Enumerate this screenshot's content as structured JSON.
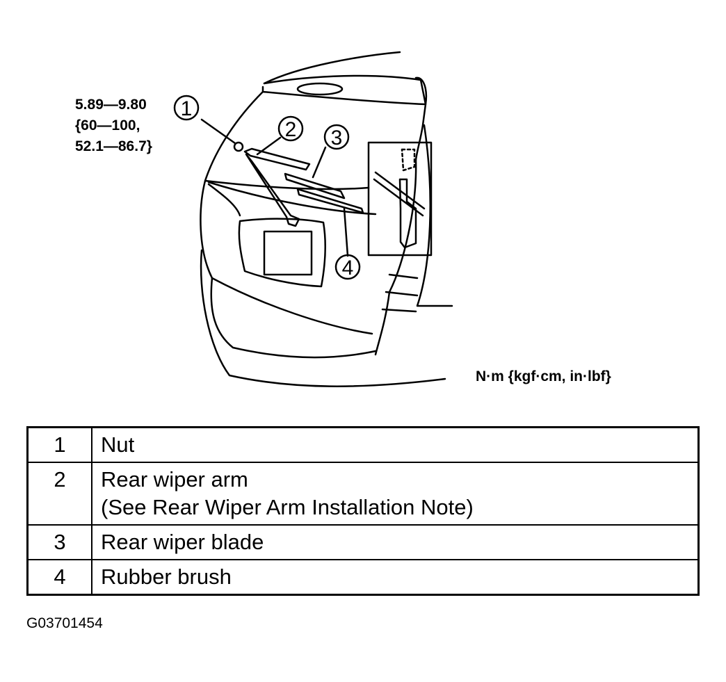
{
  "torque_spec": {
    "line1": "5.89—9.80",
    "line2": "{60—100,",
    "line3": "52.1—86.7}"
  },
  "units_label": "N·m {kgf·cm, in·lbf}",
  "callouts": [
    "1",
    "2",
    "3",
    "4"
  ],
  "parts": [
    {
      "num": "1",
      "desc": "Nut",
      "note": ""
    },
    {
      "num": "2",
      "desc": "Rear wiper arm",
      "note": "(See  Rear Wiper Arm Installation Note)"
    },
    {
      "num": "3",
      "desc": "Rear wiper blade",
      "note": ""
    },
    {
      "num": "4",
      "desc": "Rubber brush",
      "note": ""
    }
  ],
  "figure_code": "G03701454"
}
